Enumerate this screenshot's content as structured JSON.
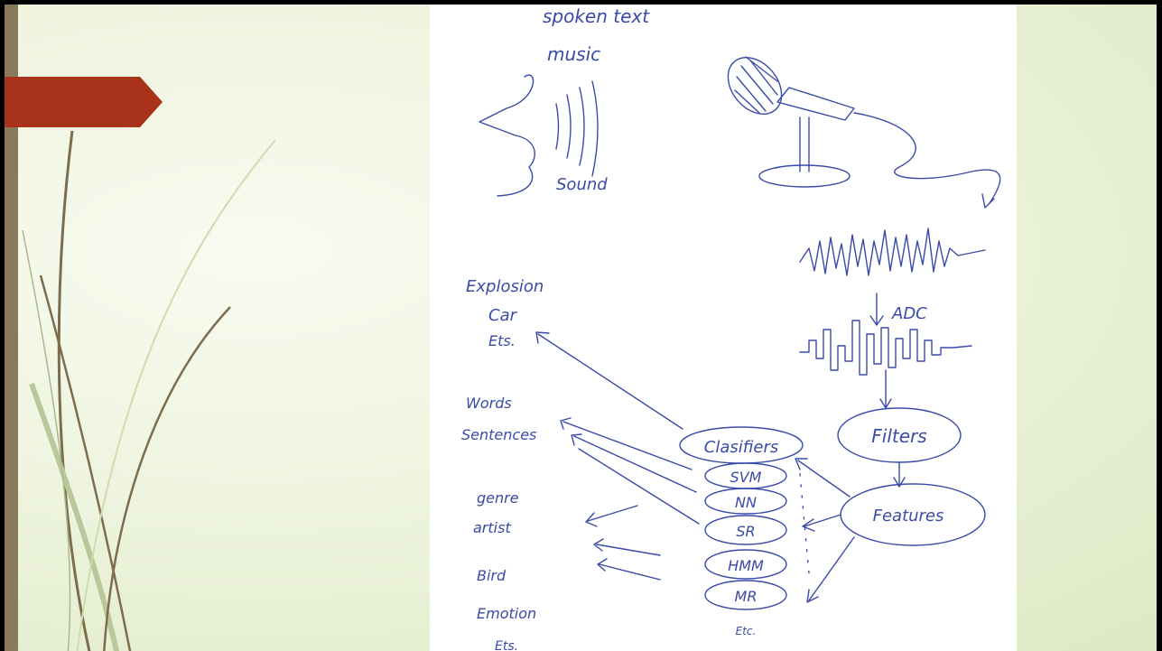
{
  "slide": {
    "accent_color": "#a8321a",
    "sidebar_color": "#8a7a5c",
    "background_color": "#eef4de"
  },
  "sketch": {
    "ink_color": "#3a4aa8",
    "sound_source": {
      "lines": [
        "spoken text",
        "music"
      ],
      "sound_label": "Sound"
    },
    "signal": {
      "adc_label": "ADC"
    },
    "pipeline": {
      "filters": "Filters",
      "features": "Features",
      "classifiers": "Clasifiers",
      "methods": [
        "SVM",
        "NN",
        "SR",
        "HMM",
        "MR"
      ],
      "methods_etc": "Etc."
    },
    "outputs": {
      "group1": [
        "Explosion",
        "Car",
        "Ets."
      ],
      "group2": [
        "Words",
        "Sentences"
      ],
      "group3": [
        "genre",
        "artist"
      ],
      "group4": [
        "Bird",
        "Emotion",
        "Ets."
      ]
    }
  }
}
